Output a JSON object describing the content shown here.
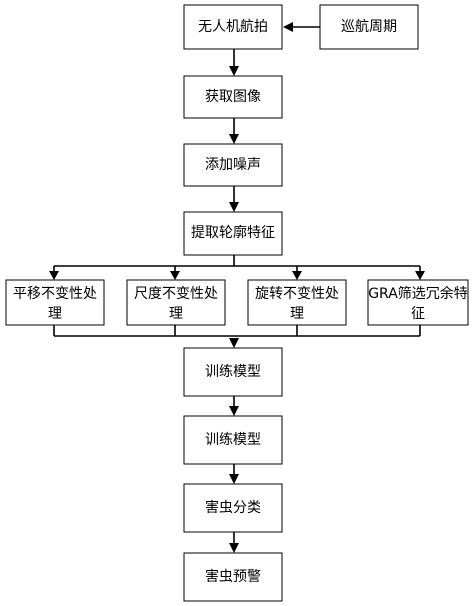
{
  "nodes": {
    "uav_photo": "无人机航拍",
    "patrol_cycle": "巡航周期",
    "get_image": "获取图像",
    "add_noise": "添加噪声",
    "extract_contour": "提取轮廓特征",
    "translation_invariant": [
      "平移不变性处",
      "理"
    ],
    "scale_invariant": [
      "尺度不变性处",
      "理"
    ],
    "rotation_invariant": [
      "旋转不变性处",
      "理"
    ],
    "gra_filter": [
      "GRA筛选冗余特",
      "征"
    ],
    "train_model_1": "训练模型",
    "train_model_2": "训练模型",
    "pest_classify": "害虫分类",
    "pest_warning": "害虫预警"
  }
}
